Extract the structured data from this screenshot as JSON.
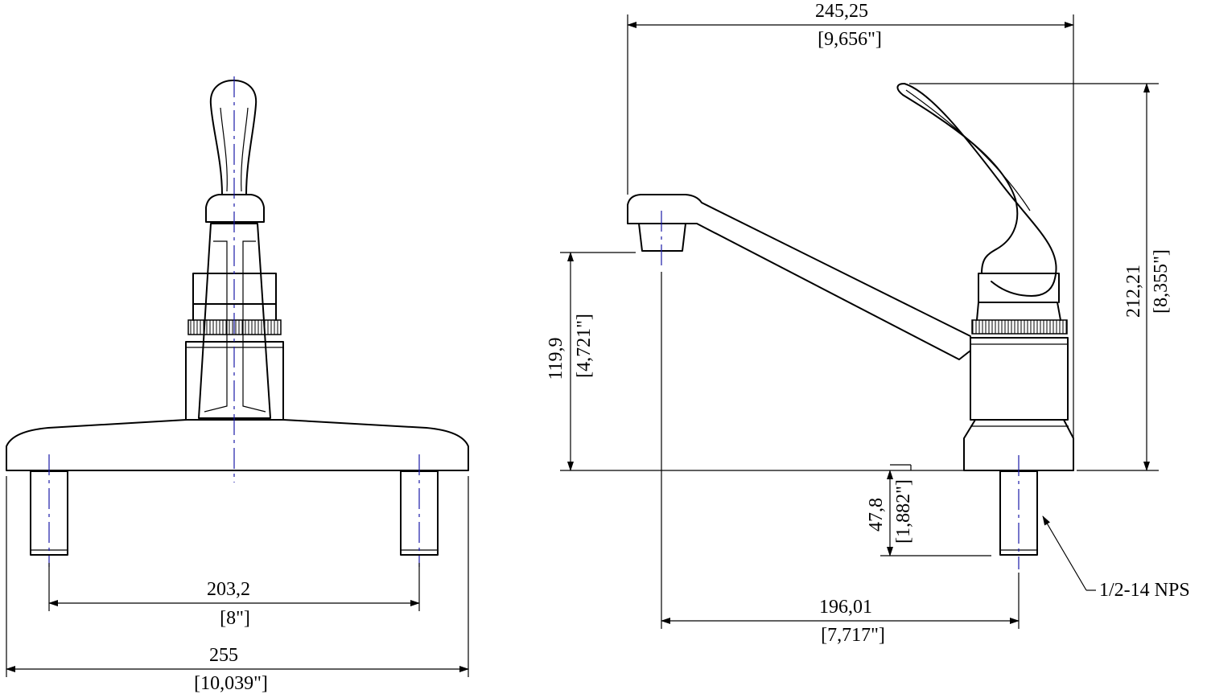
{
  "dimensions": {
    "plate_width_mm": "255",
    "plate_width_in": "[10,039\"]",
    "hole_spacing_mm": "203,2",
    "hole_spacing_in": "[8\"]",
    "overall_depth_mm": "245,25",
    "overall_depth_in": "[9,656\"]",
    "overall_height_mm": "212,21",
    "overall_height_in": "[8,355\"]",
    "spout_height_mm": "119,9",
    "spout_height_in": "[4,721\"]",
    "shank_length_mm": "47,8",
    "shank_length_in": "[1,882\"]",
    "spout_reach_mm": "196,01",
    "spout_reach_in": "[7,717\"]"
  },
  "callouts": {
    "thread": "1/2-14 NPS"
  },
  "colors": {
    "line": "#000000",
    "centerline": "#1a1aa8"
  }
}
